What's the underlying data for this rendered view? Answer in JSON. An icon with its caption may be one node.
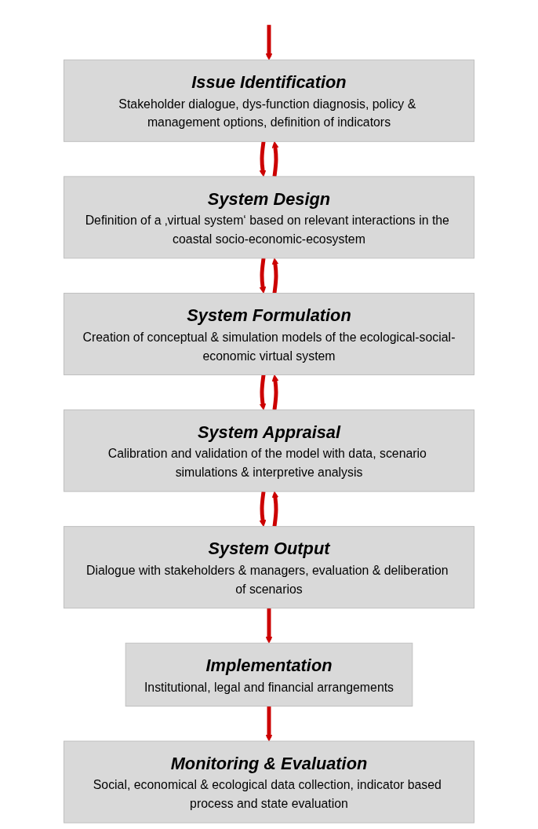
{
  "diagram": {
    "nodes": [
      {
        "text": [
          "Issue Identification",
          "Stakeholder dialogue, dys-function diagnosis, policy & management options, definition of indicators"
        ]
      },
      {
        "text": [
          "System Design",
          "Definition of a ‚virtual system‘ based on relevant interactions in the coastal socio-economic-ecosystem"
        ]
      },
      {
        "text": [
          "System Formulation",
          "Creation of conceptual & simulation models of the ecological-social-economic virtual system"
        ]
      },
      {
        "text": [
          "System Appraisal",
          "Calibration and validation of the model with data, scenario simulations & interpretive analysis"
        ]
      },
      {
        "text": [
          "System Output",
          "Dialogue with stakeholders & managers, evaluation & deliberation of scenarios"
        ]
      },
      {
        "text": [
          "Implementation",
          "Institutional, legal and financial arrangements"
        ]
      },
      {
        "text": [
          "Monitoring & Evaluation",
          "Social, economical & ecological data collection, indicator based process and state evaluation"
        ]
      }
    ],
    "edges": [
      {
        "from": null,
        "to": 0,
        "arrow": "to"
      },
      {
        "from": 0,
        "to": 1,
        "arrow": "to"
      },
      {
        "from": 1,
        "to": 0,
        "arrow": "to"
      },
      {
        "from": 1,
        "to": 2,
        "arrow": "to"
      },
      {
        "from": 2,
        "to": 1,
        "arrow": "to"
      },
      {
        "from": 2,
        "to": 3,
        "arrow": "to"
      },
      {
        "from": 3,
        "to": 2,
        "arrow": "to"
      },
      {
        "from": 3,
        "to": 4,
        "arrow": "to"
      },
      {
        "from": 4,
        "to": 3,
        "arrow": "to"
      },
      {
        "from": 4,
        "to": 5,
        "arrow": "to"
      },
      {
        "from": 5,
        "to": 6,
        "arrow": "to"
      }
    ]
  }
}
